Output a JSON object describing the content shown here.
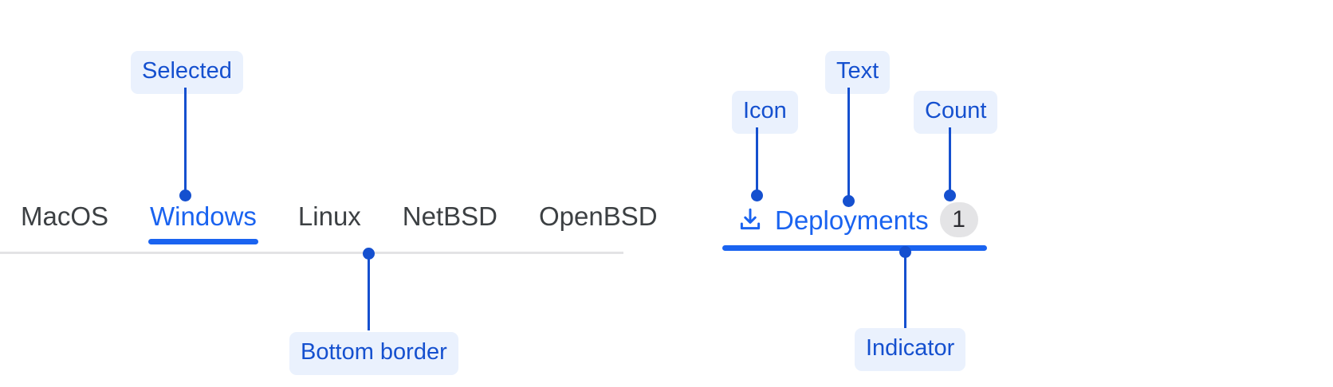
{
  "accent_color": "#1a63f0",
  "annotation_color": "#1550cf",
  "annotation_bg": "#eaf1fd",
  "border_color": "#e3e3e5",
  "badge_bg": "#e4e4e6",
  "tab_text_color": "#3c4043",
  "left_example": {
    "name": "os-tab-bar",
    "tabs": [
      {
        "label": "MacOS",
        "selected": false
      },
      {
        "label": "Windows",
        "selected": true
      },
      {
        "label": "Linux",
        "selected": false
      },
      {
        "label": "NetBSD",
        "selected": false
      },
      {
        "label": "OpenBSD",
        "selected": false
      }
    ],
    "annotations": [
      {
        "label": "Selected"
      },
      {
        "label": "Bottom border"
      }
    ]
  },
  "right_example": {
    "name": "deployments-tab",
    "icon": "download-icon",
    "label": "Deployments",
    "count": "1",
    "selected": true,
    "annotations": [
      {
        "label": "Icon"
      },
      {
        "label": "Text"
      },
      {
        "label": "Count"
      },
      {
        "label": "Indicator"
      }
    ]
  }
}
